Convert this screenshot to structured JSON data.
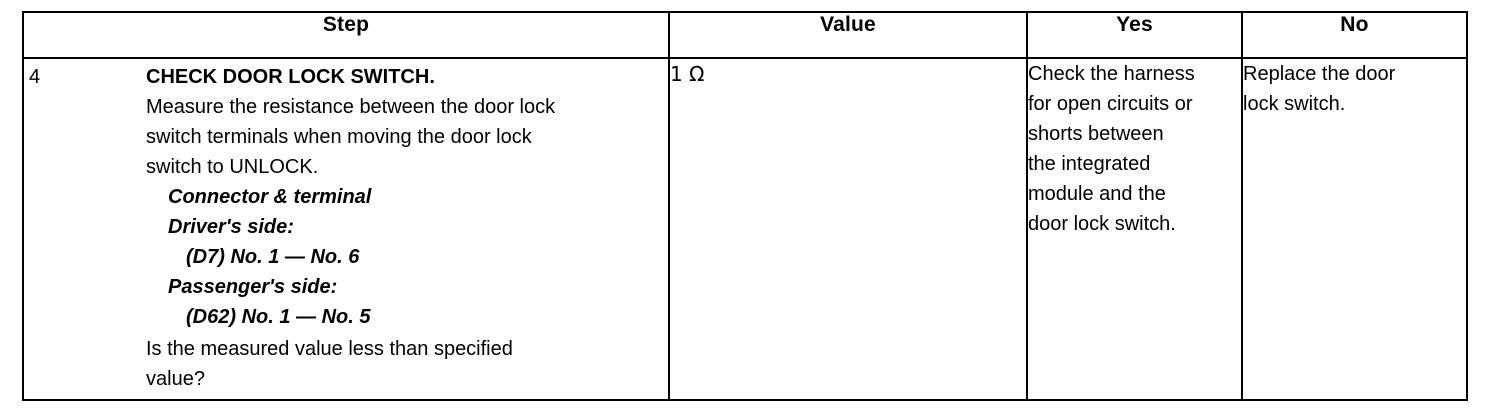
{
  "document": {
    "type": "diagnostic-procedure-table",
    "background_color": "#ffffff",
    "text_color": "#000000"
  },
  "table": {
    "headers": {
      "step": "Step",
      "value": "Value",
      "yes": "Yes",
      "no": "No"
    },
    "row": {
      "number": "4",
      "step": {
        "title": "CHECK DOOR LOCK SWITCH.",
        "instruction_lines": [
          "Measure the resistance between the door lock",
          "switch terminals when moving the door lock",
          "switch to UNLOCK."
        ],
        "connector_heading": "Connector & terminal",
        "driver_label": "Driver's side:",
        "driver_terminals": "(D7) No. 1 — No. 6",
        "passenger_label": "Passenger's side:",
        "passenger_terminals": "(D62) No. 1 — No. 5",
        "question_lines": [
          "Is the measured value less than specified",
          "value?"
        ]
      },
      "value": "1 Ω",
      "yes_lines": [
        "Check the harness",
        "for open circuits or",
        "shorts between",
        "the integrated",
        "module and the",
        "door lock switch."
      ],
      "no_lines": [
        "Replace the door",
        "lock switch."
      ]
    }
  }
}
